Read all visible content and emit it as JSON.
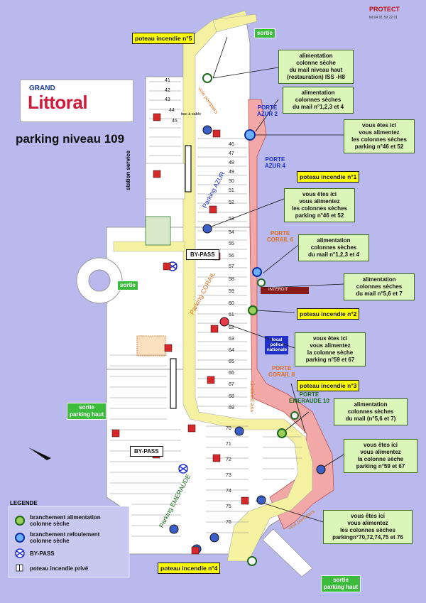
{
  "header": {
    "brand": "PROTECT",
    "phone": "tel:04 91 59 22 01",
    "logo_top": "GRAND",
    "logo_main": "Littoral",
    "title": "parking niveau 109"
  },
  "callouts": {
    "alim_mail_haut": [
      "alimentation",
      "colonne sèche",
      "du mail niveau haut",
      "(restauration) ISS -H8"
    ],
    "alim_mail_1234_a": [
      "alimentation",
      "colonnes sèches",
      "du mail n°1,2,3 et 4"
    ],
    "ici_46_52_a": [
      "vous êtes ici",
      "vous alimentez",
      "les colonnes sèches",
      "parking n°46 et 52"
    ],
    "ici_46_52_b": [
      "vous êtes ici",
      "vous alimentez",
      "les colonnes sèches",
      "parking n°46 et 52"
    ],
    "alim_mail_1234_b": [
      "alimentation",
      "colonnes sèches",
      "du mail n°1,2,3 et 4"
    ],
    "alim_mail_567_a": [
      "alimentation",
      "colonnes sèches",
      "du mail n°5,6 et 7"
    ],
    "ici_59_67_a": [
      "vous êtes ici",
      "vous alimentez",
      "la colonne sèche",
      "parking n°59 et 67"
    ],
    "alim_mail_567_b": [
      "alimentation",
      "colonnes sèches",
      "du mail (n°5,6 et 7)"
    ],
    "ici_59_67_b": [
      "vous êtes ici",
      "vous alimentez",
      "la colonne sèche",
      "parking n°59 et 67"
    ],
    "ici_70_76": [
      "vous êtes ici",
      "vous alimentez",
      "les colonnes sèches",
      "parkingn°70,72,74,75 et 76"
    ]
  },
  "poteaux": {
    "p5": "poteau incendie n°5",
    "p1": "poteau incendie n°1",
    "p2": "poteau incendie n°2",
    "p3": "poteau incendie n°3",
    "p4": "poteau incendie n°4"
  },
  "exits": {
    "sortie_top": "sortie",
    "sortie_left": "sortie",
    "sortie_parking_haut_left": [
      "sortie",
      "parking haut"
    ],
    "sortie_parking_haut_bottom": [
      "sortie",
      "parking haut"
    ]
  },
  "bypass": {
    "top": "BY-PASS",
    "bottom": "BY-PASS"
  },
  "portes": {
    "azur2": [
      "PORTE",
      "AZUR 2"
    ],
    "azur4": [
      "PORTE",
      "AZUR 4"
    ],
    "corail6": [
      "PORTE",
      "CORAIL 6"
    ],
    "corail8": [
      "PORTE",
      "CORAIL 8"
    ],
    "emeraude10": [
      "PORTE",
      "EMERAUDE 10"
    ]
  },
  "zones": {
    "parking_azur": "Parking AZUR",
    "parking_corail": "Parking CORAIL",
    "parking_emeraude": "Parking EMERAUDE",
    "voie_pompiers_1": "voie pompiers",
    "voie_pompiers_2": "voie pompiers",
    "voie_pompiers_3": "voie pompiers",
    "station_service": "station service",
    "local_police": [
      "local",
      "police",
      "nationale"
    ],
    "bac_a_sable": "bac à sable",
    "interdit": "INTERDIT"
  },
  "row_numbers": [
    "41",
    "42",
    "43",
    "44",
    "45",
    "46",
    "47",
    "48",
    "49",
    "50",
    "51",
    "52",
    "53",
    "54",
    "55",
    "56",
    "57",
    "58",
    "59",
    "60",
    "61",
    "62",
    "63",
    "64",
    "65",
    "66",
    "67",
    "68",
    "69",
    "70",
    "71",
    "72",
    "73",
    "74",
    "75",
    "76"
  ],
  "marker_numbers": [
    "46",
    "52",
    "59",
    "55",
    "58",
    "67",
    "70",
    "72",
    "74",
    "75",
    "76",
    "57"
  ],
  "legend": {
    "title": "LEGENDE",
    "items": [
      [
        "branchement alimentation",
        "colonne sèche"
      ],
      [
        "branchement refoulement",
        "colonne sèche"
      ],
      [
        "BY-PASS"
      ],
      [
        "poteau incendie privé"
      ]
    ]
  },
  "colors": {
    "background": "#b9b9ee",
    "road": "#f4f2a0",
    "mall": "#f3a8a8",
    "parking": "#ffffff",
    "callout": "#dcf5b9",
    "poteau": "#ffff00",
    "exit": "#3dbb3d"
  }
}
